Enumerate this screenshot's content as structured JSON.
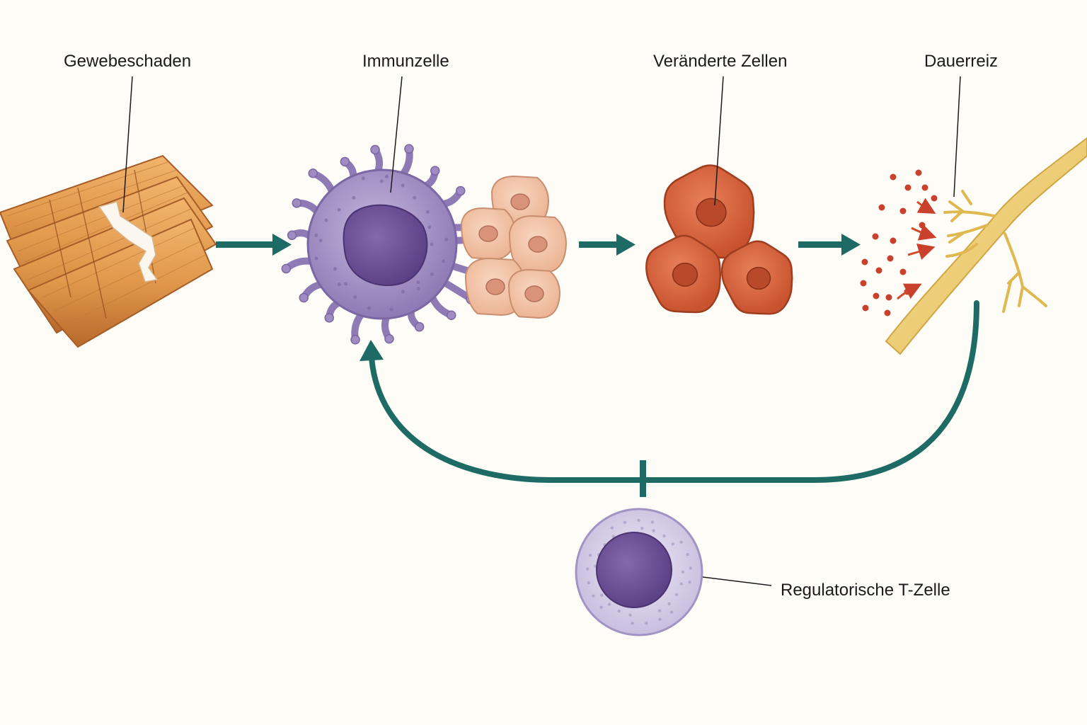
{
  "labels": {
    "tissue_damage": "Gewebeschaden",
    "immune_cell": "Immunzelle",
    "altered_cells": "Veränderte Zellen",
    "persistent_stimulus": "Dauerreiz",
    "regulatory_t_cell": "Regulatorische T-Zelle"
  },
  "colors": {
    "background": "#fdfcf7",
    "arrow": "#1e6b66",
    "muscle": "#e0974a",
    "immune_cell": "#9f8cc2",
    "nucleus": "#6b4f94",
    "epithelial": "#f2c3a5",
    "altered_cell": "#d9643c",
    "nerve": "#f1d27e",
    "signal_particles": "#c9412c",
    "t_cell": "#ddd6ea"
  },
  "icons": {
    "flow_arrow": "right-arrow-icon",
    "inhibition": "inhibition-bar-icon"
  }
}
